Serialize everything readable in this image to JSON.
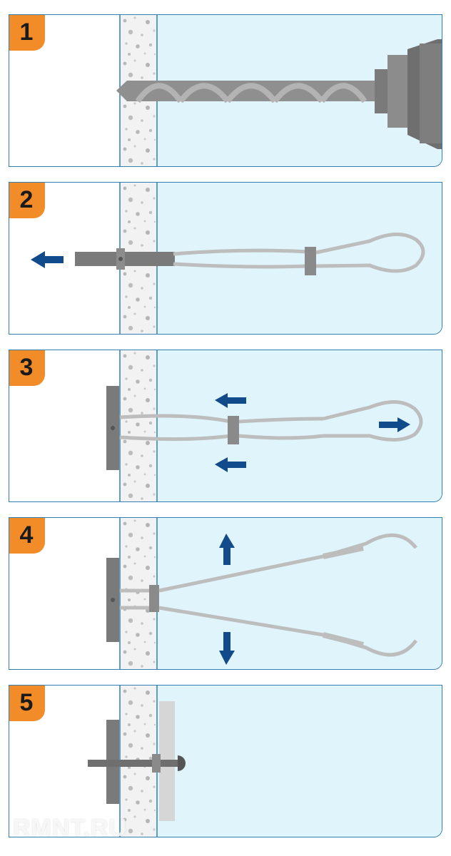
{
  "steps": [
    {
      "number": "1"
    },
    {
      "number": "2"
    },
    {
      "number": "3"
    },
    {
      "number": "4"
    },
    {
      "number": "5"
    }
  ],
  "watermark": "RMNT.RU",
  "colors": {
    "badge": "#f28c28",
    "border": "#2f7fb0",
    "wall_fill": "#dff4fb",
    "concrete": "#f2f2f2",
    "arrow": "#124b8c",
    "metal": "#8a8a8a"
  }
}
